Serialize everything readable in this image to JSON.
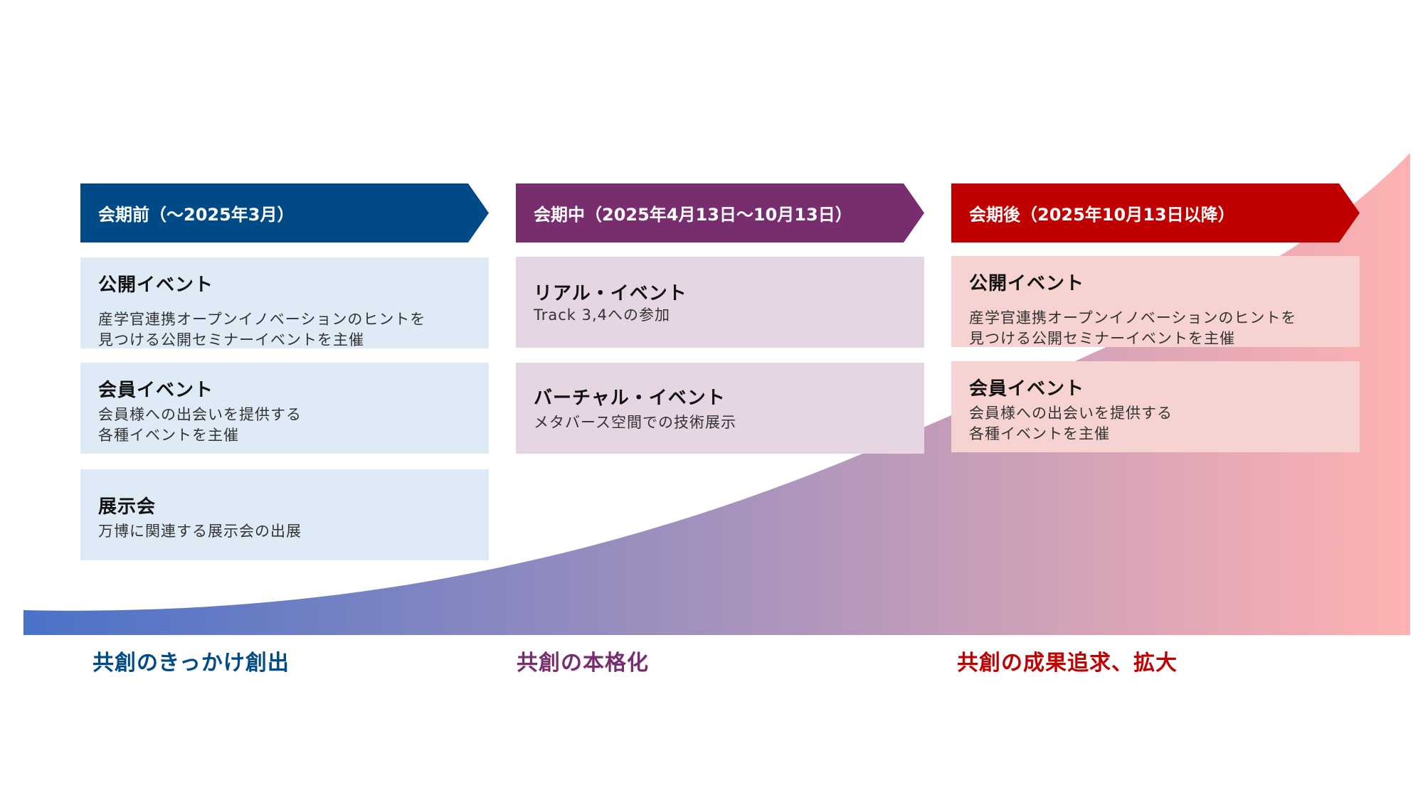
{
  "colors": {
    "phase_before": "#004B87",
    "phase_during": "#772D6E",
    "phase_after": "#C00000",
    "box_before": "#DEEAF6",
    "box_during": "#E6D5E2",
    "box_after": "#F6D3D1",
    "curve_start": "#4A72C8",
    "curve_end": "#FFB2B2"
  },
  "phases": {
    "before": {
      "title": "会期前（～2025年3月）",
      "boxes": [
        {
          "title": "公開イベント",
          "desc1": "産学官連携オープンイノベーションのヒントを",
          "desc2": "見つける公開セミナーイベントを主催"
        },
        {
          "title": "会員イベント",
          "desc1": "会員様への出会いを提供する",
          "desc2": "各種イベントを主催"
        },
        {
          "title": "展示会",
          "desc1": "万博に関連する展示会の出展"
        }
      ]
    },
    "during": {
      "title": "会期中（2025年4月13日～10月13日）",
      "boxes": [
        {
          "title": "リアル・イベント",
          "desc1": "Track 3,4への参加"
        },
        {
          "title": "バーチャル・イベント",
          "desc1": "メタバース空間での技術展示"
        }
      ]
    },
    "after": {
      "title": "会期後（2025年10月13日以降）",
      "boxes": [
        {
          "title": "公開イベント",
          "desc1": "産学官連携オープンイノベーションのヒントを",
          "desc2": "見つける公開セミナーイベントを主催"
        },
        {
          "title": "会員イベント",
          "desc1": "会員様への出会いを提供する",
          "desc2": "各種イベントを主催"
        }
      ]
    }
  },
  "bottom_labels": {
    "before": "共創のきっかけ創出",
    "during": "共創の本格化",
    "after": "共創の成果追求、拡大"
  }
}
